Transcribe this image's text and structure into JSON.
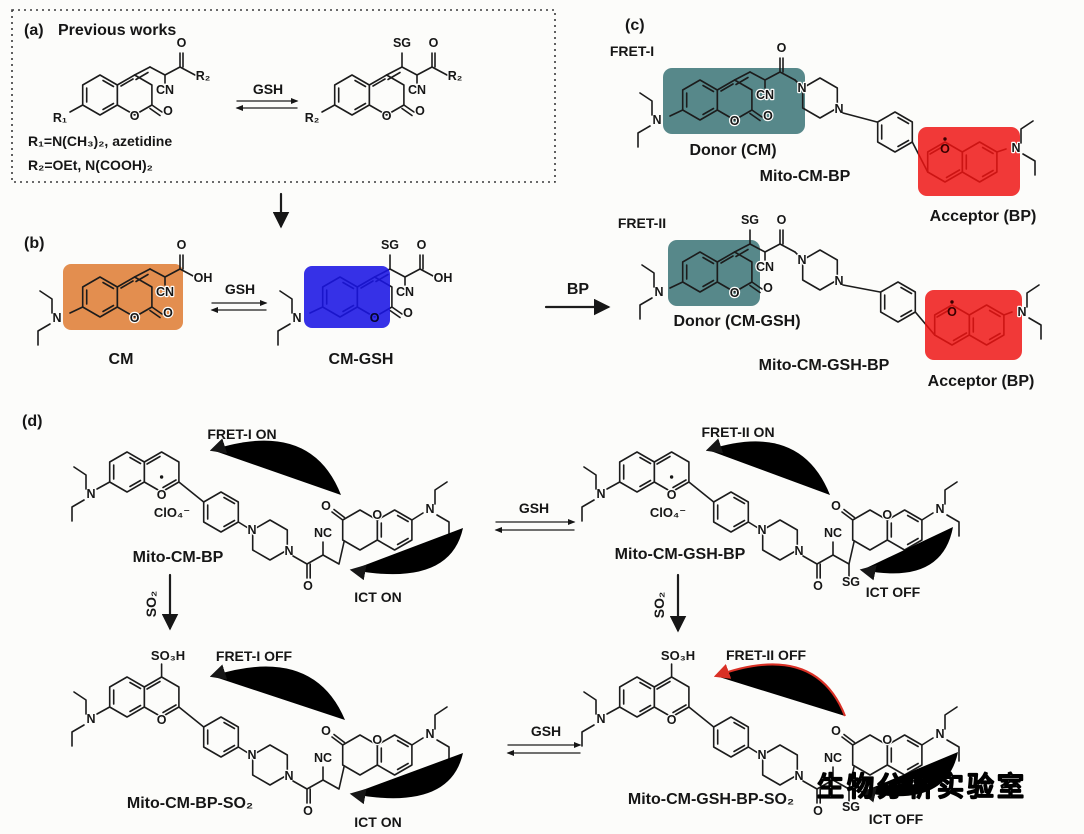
{
  "colors": {
    "background": "#FCFCFA",
    "line": "#1C1C1C",
    "cm_box": "#E0823C",
    "cm_gsh_box": "#1A14E4",
    "donor_box": "#40787A",
    "acceptor_box": "#EE1312",
    "red_arrow": "#D93025"
  },
  "atoms": {
    "O": "O",
    "N": "N",
    "CN": "CN",
    "NC": "NC",
    "SG": "SG",
    "OH": "OH",
    "R1": "R₁",
    "R2": "R₂",
    "ClO4": "ClO₄⁻",
    "SO3H": "SO₃H"
  },
  "panel_a": {
    "tag": "(a)",
    "title": "Previous works",
    "gsh": "GSH",
    "r1_def": "R₁=N(CH₃)₂, azetidine",
    "r2_def": "R₂=OEt, N(COOH)₂"
  },
  "panel_b": {
    "tag": "(b)",
    "gsh": "GSH",
    "bp": "BP",
    "cm_name": "CM",
    "cm_gsh_name": "CM-GSH"
  },
  "panel_c": {
    "tag": "(c)",
    "fret_i": "FRET-I",
    "fret_ii": "FRET-II",
    "donor_cm": "Donor (CM)",
    "donor_cm_gsh": "Donor (CM-GSH)",
    "acceptor_bp": "Acceptor (BP)",
    "mito_cm_bp": "Mito-CM-BP",
    "mito_cm_gsh_bp": "Mito-CM-GSH-BP"
  },
  "panel_d": {
    "tag": "(d)",
    "fret_i_on": "FRET-I ON",
    "fret_ii_on": "FRET-II ON",
    "fret_i_off": "FRET-I OFF",
    "fret_ii_off": "FRET-II OFF",
    "ict_on": "ICT ON",
    "ict_off": "ICT OFF",
    "gsh": "GSH",
    "so2": "SO₂",
    "mito_cm_bp": "Mito-CM-BP",
    "mito_cm_gsh_bp": "Mito-CM-GSH-BP",
    "mito_cm_bp_so2": "Mito-CM-BP-SO₂",
    "mito_cm_gsh_bp_so2": "Mito-CM-GSH-BP-SO₂"
  },
  "watermark": "生物分析实验室"
}
